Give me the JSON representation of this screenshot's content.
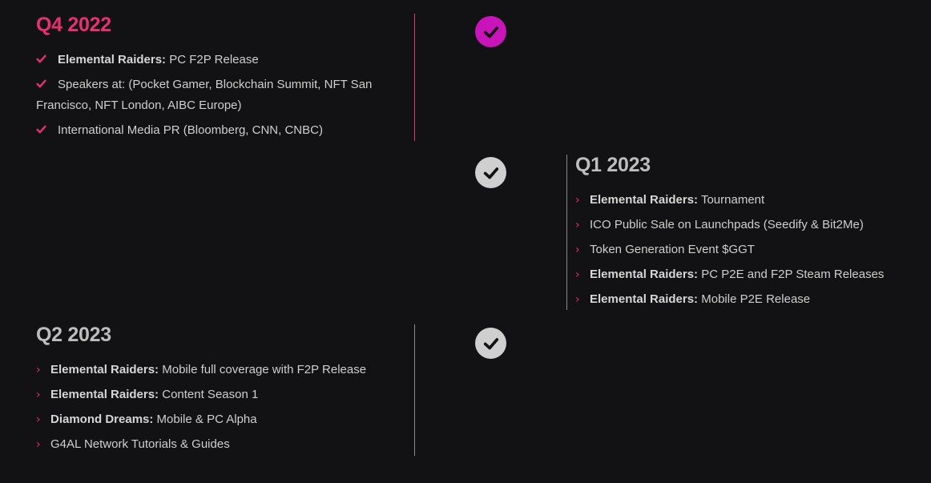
{
  "colors": {
    "background": "#121113",
    "accent": "#e6306f",
    "active_circle": "#c814b9",
    "done_circle": "#cfcfcf",
    "muted_title": "#bdbdbd"
  },
  "milestones": [
    {
      "title": "Q4 2022",
      "icon": "check-icon",
      "items": [
        {
          "bold": "Elemental Raiders:",
          "text": " PC F2P Release"
        },
        {
          "bold": "",
          "text": "Speakers at: (Pocket Gamer, Blockchain Summit, NFT San Francisco, NFT London, AIBC Europe)"
        },
        {
          "bold": "",
          "text": "International Media PR (Bloomberg, CNN, CNBC)"
        }
      ]
    },
    {
      "title": "Q1 2023",
      "icon": "chevron-right-icon",
      "items": [
        {
          "bold": "Elemental Raiders:",
          "text": " Tournament"
        },
        {
          "bold": "",
          "text": "ICO Public Sale on Launchpads (Seedify & Bit2Me)"
        },
        {
          "bold": "",
          "text": "Token Generation Event $GGT"
        },
        {
          "bold": "Elemental Raiders:",
          "text": " PC P2E and F2P Steam Releases"
        },
        {
          "bold": "Elemental Raiders:",
          "text": " Mobile P2E Release"
        }
      ]
    },
    {
      "title": "Q2 2023",
      "icon": "chevron-right-icon",
      "items": [
        {
          "bold": "Elemental Raiders:",
          "text": " Mobile full coverage with F2P Release"
        },
        {
          "bold": "Elemental Raiders:",
          "text": " Content Season 1"
        },
        {
          "bold": "Diamond Dreams:",
          "text": " Mobile & PC Alpha"
        },
        {
          "bold": "",
          "text": "G4AL Network Tutorials & Guides"
        }
      ]
    }
  ],
  "timeline_icons": [
    "check-circle-icon",
    "check-circle-icon",
    "check-circle-icon"
  ]
}
